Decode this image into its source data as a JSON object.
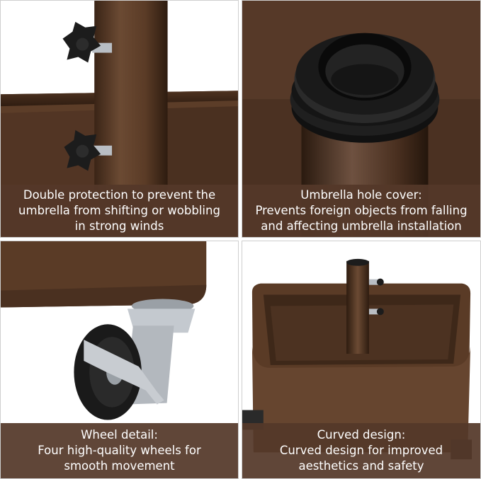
{
  "colors": {
    "caption_bg": "#543829",
    "base_brown": "#5a3b26",
    "dark_brown": "#3c2618",
    "knob_black": "#1c1c1c",
    "metal": "#b9bec4"
  },
  "panels": [
    {
      "caption_lines": [
        "Double protection to prevent the",
        "umbrella from shifting or wobbling",
        "in strong winds"
      ],
      "icons": [
        "pole-image",
        "star-knob-icon",
        "star-knob-icon"
      ]
    },
    {
      "caption_lines": [
        "Umbrella hole cover:",
        "Prevents foreign objects from falling",
        "and affecting umbrella installation"
      ],
      "icons": [
        "hole-cover-image"
      ]
    },
    {
      "caption_lines": [
        "Wheel detail:",
        "Four high-quality wheels for",
        "smooth movement"
      ],
      "icons": [
        "caster-wheel-image"
      ]
    },
    {
      "caption_lines": [
        "Curved design:",
        "Curved design for improved",
        "aesthetics and safety"
      ],
      "icons": [
        "umbrella-base-image"
      ]
    }
  ]
}
